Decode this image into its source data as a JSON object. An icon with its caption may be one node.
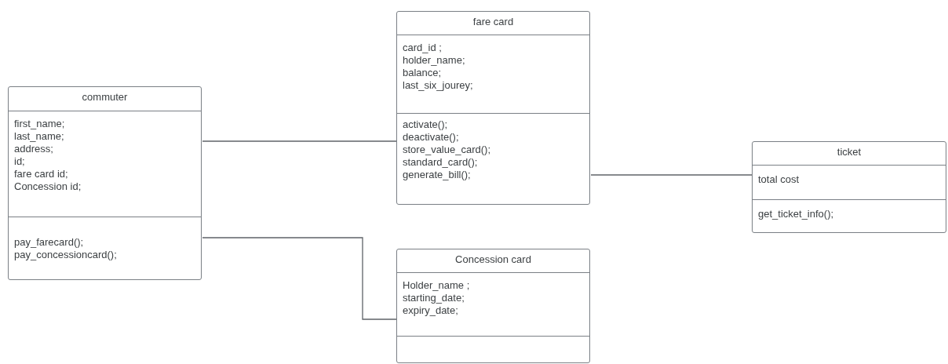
{
  "diagram": {
    "nodes": [
      {
        "text": [
          "commuter"
        ]
      },
      {
        "text": [
          "first_name;",
          "last_name;",
          "address;",
          "id;",
          "fare card id;",
          "Concession id;"
        ],
        "in": 0
      },
      {
        "text": [
          "pay_farecard();",
          "pay_concessioncard();"
        ],
        "in": 0
      },
      {
        "text": [
          "fare card"
        ]
      },
      {
        "text": [
          "card_id ;",
          "holder_name;",
          "balance;",
          "last_six_jourey;"
        ],
        "in": 3
      },
      {
        "text": [
          "activate();",
          "deactivate();",
          "store_value_card();",
          "standard_card();",
          "generate_bill();"
        ],
        "in": 3
      },
      {
        "text": [
          "ticket"
        ]
      },
      {
        "text": [
          "total cost"
        ],
        "in": 6
      },
      {
        "text": [
          "get_ticket_info();"
        ],
        "in": 6
      },
      {
        "text": [
          "Concession card"
        ]
      },
      {
        "text": [
          "Holder_name ;",
          "starting_date;",
          "expiry_date;"
        ],
        "in": 9
      },
      {
        "text": [],
        "shape": "box",
        "in": 9
      }
    ],
    "edges": [
      {
        "from": 0,
        "to": 3,
        "arrow": "none"
      },
      {
        "from": 0,
        "to": 9,
        "arrow": "none"
      },
      {
        "from": 3,
        "to": 6,
        "arrow": "none"
      }
    ]
  }
}
